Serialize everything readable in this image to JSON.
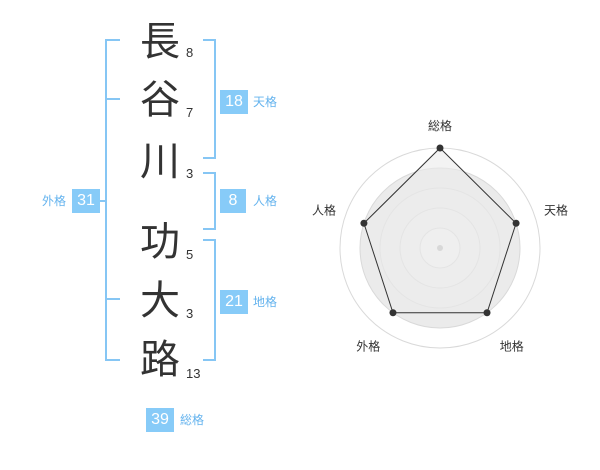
{
  "name": {
    "surname": [
      {
        "char": "長",
        "strokes": "8"
      },
      {
        "char": "谷",
        "strokes": "7"
      },
      {
        "char": "川",
        "strokes": "3"
      }
    ],
    "given": [
      {
        "char": "功",
        "strokes": "5"
      },
      {
        "char": "大",
        "strokes": "3"
      },
      {
        "char": "路",
        "strokes": "13"
      }
    ]
  },
  "kakusu": {
    "tenkaku": {
      "value": "18",
      "label": "天格"
    },
    "jinkaku": {
      "value": "8",
      "label": "人格"
    },
    "chikaku": {
      "value": "21",
      "label": "地格"
    },
    "gaikaku": {
      "value": "31",
      "label": "外格"
    },
    "soukaku": {
      "value": "39",
      "label": "総格"
    }
  },
  "radar": {
    "axes": [
      "総格",
      "天格",
      "地格",
      "外格",
      "人格"
    ],
    "levels": 5,
    "max": 5,
    "values": [
      5,
      4,
      4,
      4,
      4
    ]
  },
  "colors": {
    "accent_box": "#87cbf8",
    "accent_line": "#86c6f4",
    "accent_text": "#64b3ee",
    "text": "#333333"
  }
}
